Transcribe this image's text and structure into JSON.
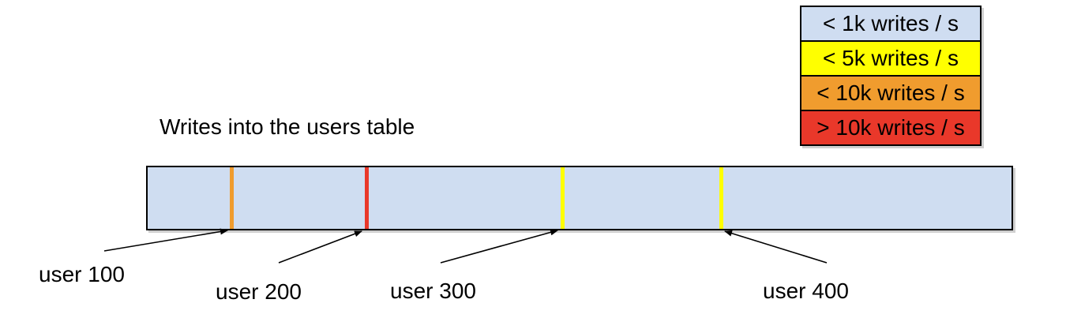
{
  "title": "Writes into the users table",
  "legend": {
    "items": [
      {
        "label": "< 1k writes / s",
        "color": "#cfddf1"
      },
      {
        "label": "< 5k writes / s",
        "color": "#ffff00"
      },
      {
        "label": "< 10k writes / s",
        "color": "#f09c2e"
      },
      {
        "label": "> 10k writes / s",
        "color": "#e9382a"
      }
    ]
  },
  "bar": {
    "fill": "#cfddf1",
    "border_color": "#000000",
    "markers": [
      {
        "label": "user 100",
        "color": "#f09c2e",
        "left": "9.5%"
      },
      {
        "label": "user 200",
        "color": "#e9382a",
        "left": "25.1%"
      },
      {
        "label": "user 300",
        "color": "#ffff00",
        "left": "47.8%"
      },
      {
        "label": "user 400",
        "color": "#ffff00",
        "left": "66.2%"
      }
    ]
  }
}
